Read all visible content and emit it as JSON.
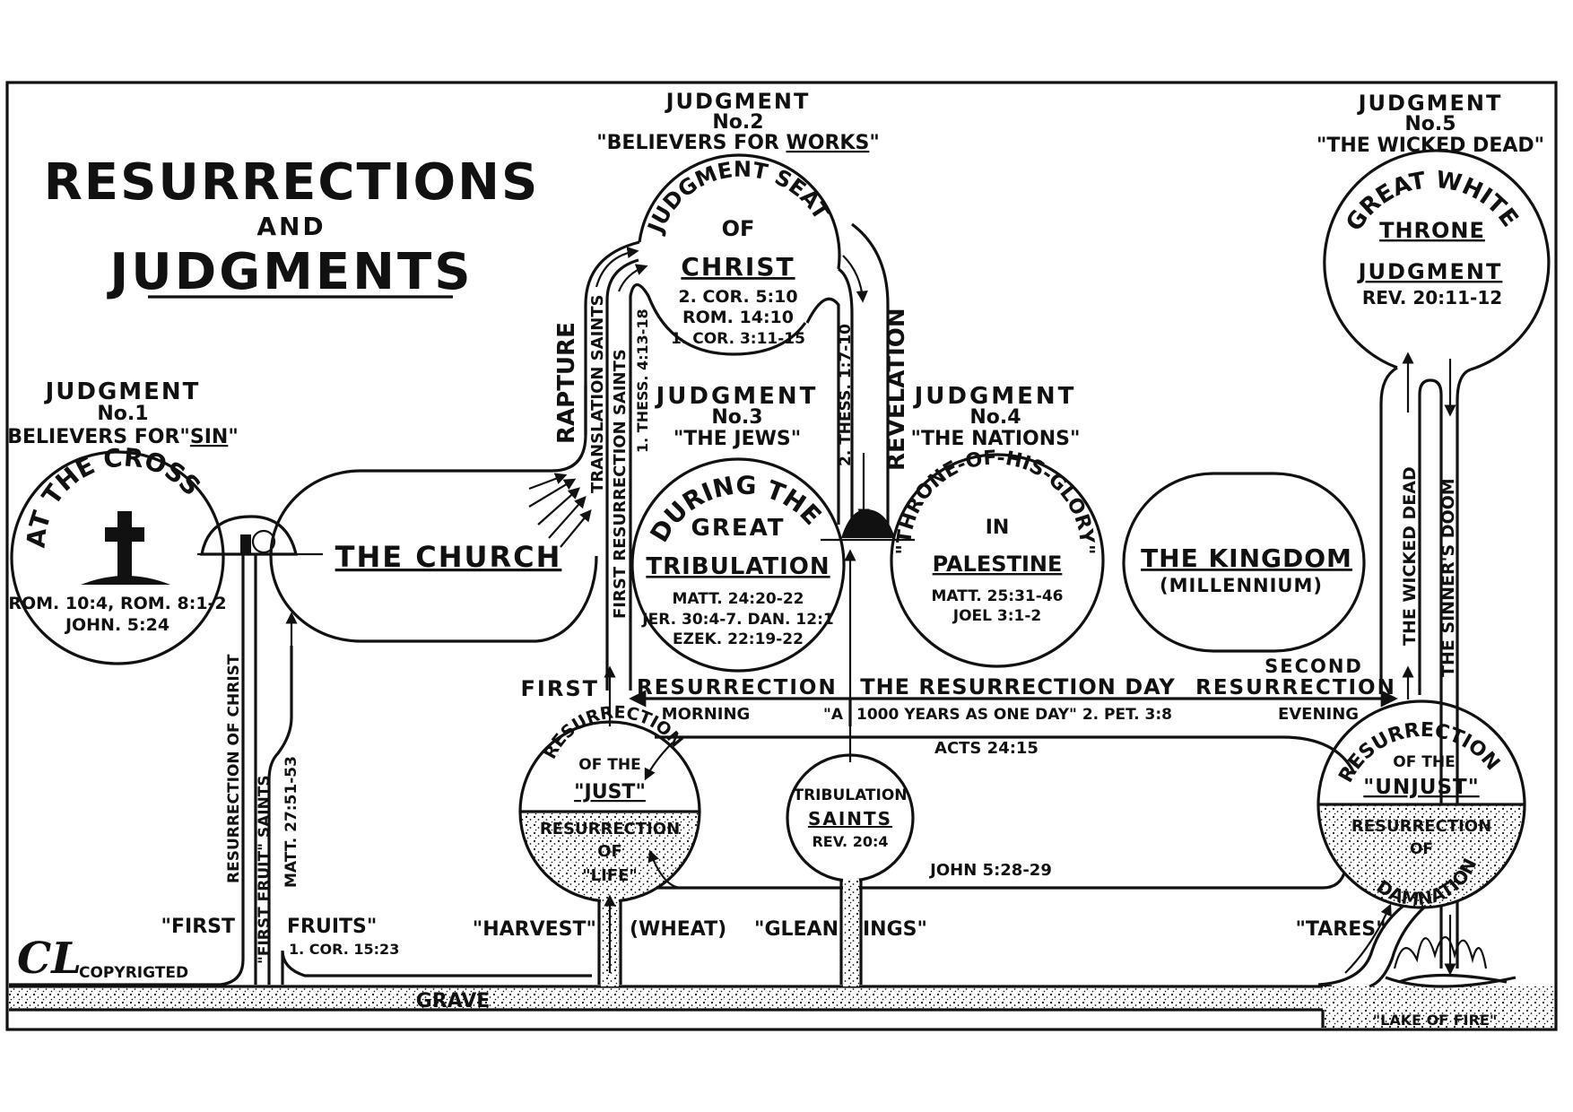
{
  "title": {
    "line1": "RESURRECTIONS",
    "line2": "AND",
    "line3": "JUDGMENTS"
  },
  "judgment1": {
    "heading": "JUDGMENT",
    "number": "No.1",
    "subtitle_prefix": "BELIEVERS FOR\"",
    "subtitle_emph": "SIN",
    "subtitle_suffix": "\"",
    "circle_label": "AT THE CROSS",
    "icon": "cross-icon",
    "refs": [
      "ROM. 10:4, ROM. 8:1-2",
      "JOHN. 5:24"
    ]
  },
  "judgment2": {
    "heading": "JUDGMENT",
    "number": "No.2",
    "subtitle_prefix": "\"BELIEVERS FOR ",
    "subtitle_emph": "WORKS",
    "subtitle_suffix": "\"",
    "circle_arc": "JUDGMENT SEAT",
    "circle_of": "OF",
    "circle_main": "CHRIST",
    "refs": [
      "2. COR. 5:10",
      "ROM. 14:10",
      "1. COR. 3:11-15"
    ]
  },
  "judgment3": {
    "heading": "JUDGMENT",
    "number": "No.3",
    "subtitle": "\"THE JEWS\"",
    "circle_arc": "DURING THE",
    "circle_great": "GREAT",
    "circle_main": "TRIBULATION",
    "refs": [
      "MATT. 24:20-22",
      "JER. 30:4-7. DAN. 12:1",
      "EZEK. 22:19-22"
    ]
  },
  "judgment4": {
    "heading": "JUDGMENT",
    "number": "No.4",
    "subtitle": "\"THE NATIONS\"",
    "circle_arc": "\"THRONE-OF-HIS-GLORY\"",
    "circle_in": "IN",
    "circle_main": "PALESTINE",
    "refs": [
      "MATT. 25:31-46",
      "JOEL 3:1-2"
    ]
  },
  "judgment5": {
    "heading": "JUDGMENT",
    "number": "No.5",
    "subtitle": "\"THE WICKED DEAD\"",
    "circle_arc": "GREAT WHITE",
    "circle_throne": "THRONE",
    "circle_main": "JUDGMENT",
    "refs": [
      "REV. 20:11-12"
    ]
  },
  "church": {
    "label": "THE CHURCH"
  },
  "kingdom": {
    "label": "THE KINGDOM",
    "sub": "(MILLENNIUM)"
  },
  "paths": {
    "rapture": "RAPTURE",
    "translation_saints": "TRANSLATION SAINTS",
    "first_resurrection_saints": "FIRST RESURRECTION SAINTS",
    "thess1": "1. THESS. 4:13-18",
    "thess2": "2. THESS. 1:7-10",
    "revelation": "REVELATION",
    "resurrection_of_christ": "RESURRECTION OF CHRIST",
    "first_fruit_saints": "\"FIRST FRUIT\" SAINTS",
    "matt27": "MATT. 27:51-53",
    "wicked_dead": "THE WICKED DEAD",
    "sinners_doom": "THE SINNER'S DOOM"
  },
  "resurrection_day": {
    "first": "FIRST",
    "resurrection_left": "RESURRECTION",
    "center": "THE RESURRECTION DAY",
    "second": "SECOND",
    "resurrection_right": "RESURRECTION",
    "morning": "MORNING",
    "quote_a": "\"A",
    "quote_rest": "1000 YEARS AS ONE DAY\" 2. PET. 3:8",
    "evening": "EVENING",
    "acts": "ACTS 24:15",
    "john": "JOHN 5:28-29"
  },
  "just": {
    "arc": "RESURRECTION",
    "of_the": "OF THE",
    "main": "\"JUST\"",
    "lower1": "RESURRECTION",
    "lower2": "OF",
    "lower3": "\"LIFE\""
  },
  "trib_saints": {
    "line1": "TRIBULATION",
    "line2": "SAINTS",
    "ref": "REV. 20:4"
  },
  "unjust": {
    "arc": "RESURRECTION",
    "of_the": "OF THE",
    "main": "\"UNJUST\"",
    "lower1": "RESURRECTION",
    "lower2": "OF",
    "lower3": "DAMNATION"
  },
  "harvest": {
    "first": "\"FIRST",
    "fruits": "FRUITS\"",
    "fruits_ref": "1. COR. 15:23",
    "harvest": "\"HARVEST\"",
    "wheat": "(WHEAT)",
    "glean": "\"GLEAN",
    "ings": "INGS\"",
    "tares": "\"TARES\""
  },
  "ground": {
    "grave": "GRAVE",
    "lake": "\"LAKE OF FIRE\""
  },
  "footer": {
    "copyright": "COPYRIGTED",
    "logo": "CL"
  },
  "colors": {
    "ink": "#111111",
    "paper": "#ffffff"
  }
}
